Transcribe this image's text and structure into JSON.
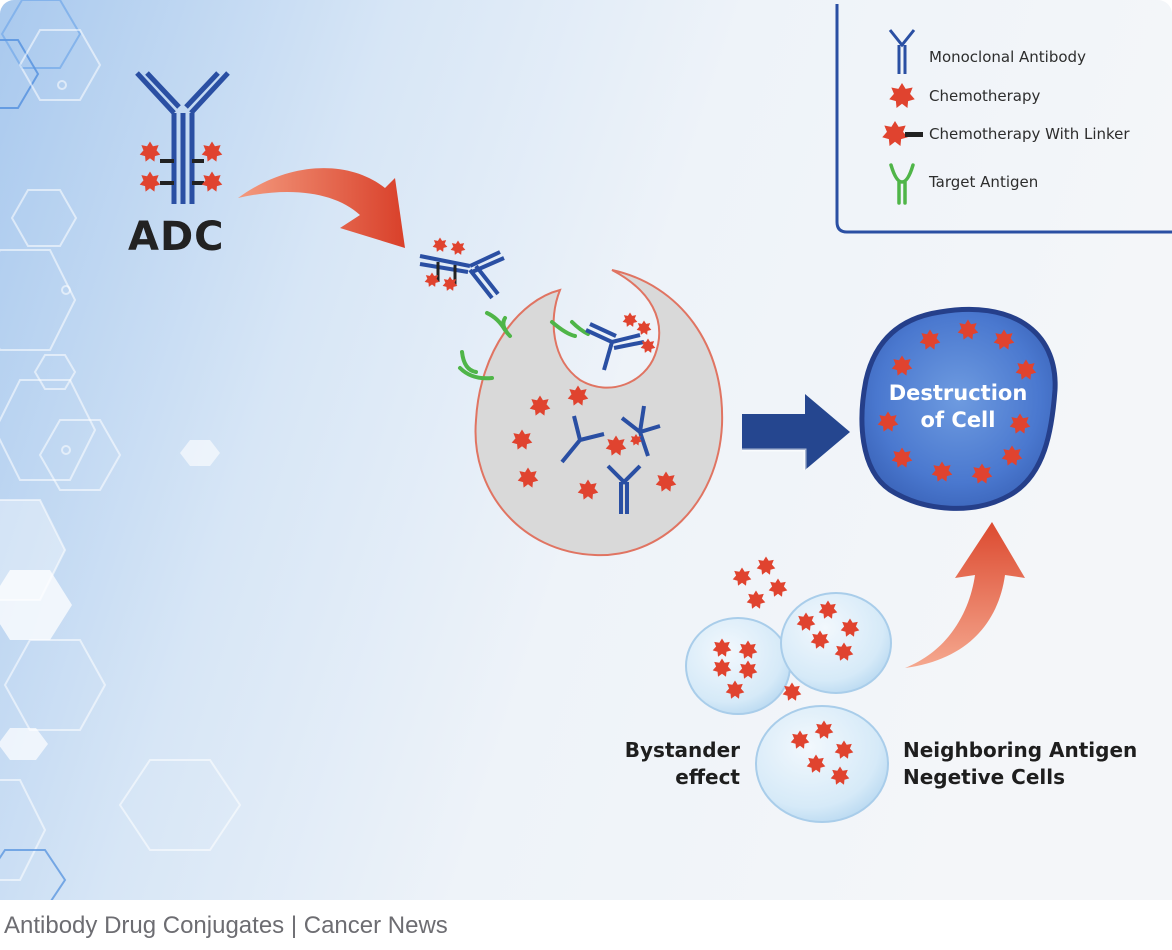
{
  "diagram": {
    "adc_label": "ADC",
    "legend": {
      "monoclonal": "Monoclonal Antibody",
      "chemo": "Chemotherapy",
      "chemo_linker": "Chemotherapy With Linker",
      "target_antigen": "Target Antigen"
    },
    "destruction_line1": "Destruction",
    "destruction_line2": "of Cell",
    "bystander_line1": "Bystander",
    "bystander_line2": "effect",
    "neighbor_line1": "Neighboring Antigen",
    "neighbor_line2": "Negetive Cells",
    "colors": {
      "antibody": "#2a4fa3",
      "chemo": "#e0432f",
      "antigen": "#4fb548",
      "arrow_red": "#e35a3c",
      "arrow_blue": "#25468f",
      "cell_gray": "#d9d9d9"
    }
  },
  "caption": "Antibody Drug Conjugates | Cancer News"
}
